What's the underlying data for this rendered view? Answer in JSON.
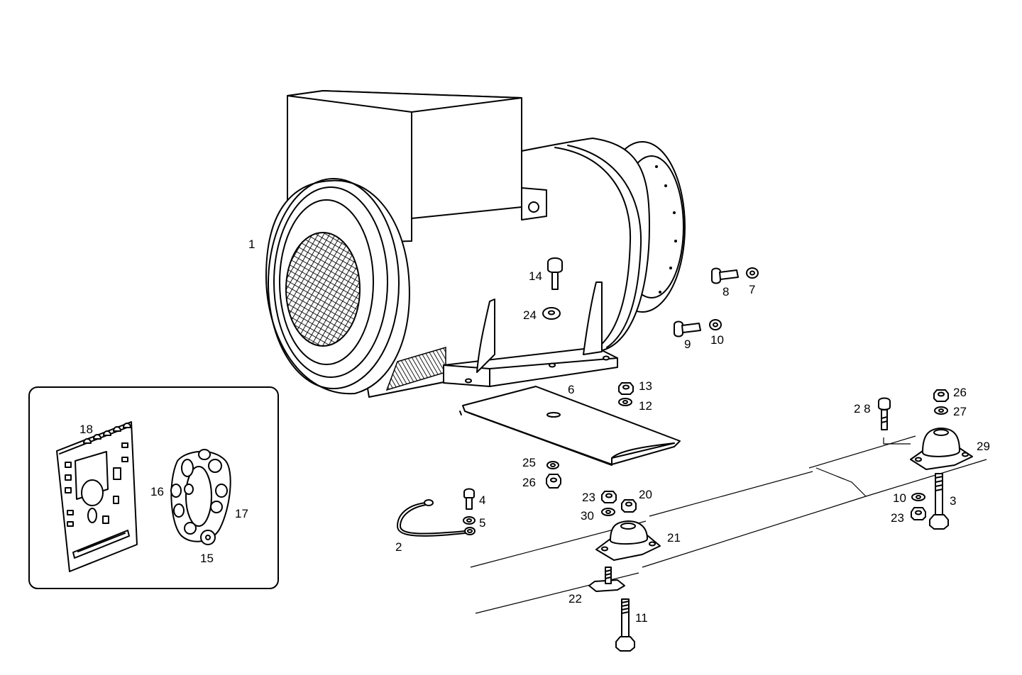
{
  "diagram": {
    "labels": [
      {
        "id": "1",
        "text": "1"
      },
      {
        "id": "2",
        "text": "2"
      },
      {
        "id": "3",
        "text": "3"
      },
      {
        "id": "4",
        "text": "4"
      },
      {
        "id": "5",
        "text": "5"
      },
      {
        "id": "6",
        "text": "6"
      },
      {
        "id": "7",
        "text": "7"
      },
      {
        "id": "8",
        "text": "8"
      },
      {
        "id": "9",
        "text": "9"
      },
      {
        "id": "10a",
        "text": "10"
      },
      {
        "id": "10b",
        "text": "10"
      },
      {
        "id": "11",
        "text": "11"
      },
      {
        "id": "12",
        "text": "12"
      },
      {
        "id": "13",
        "text": "13"
      },
      {
        "id": "14",
        "text": "14"
      },
      {
        "id": "15",
        "text": "15"
      },
      {
        "id": "16",
        "text": "16"
      },
      {
        "id": "17",
        "text": "17"
      },
      {
        "id": "18",
        "text": "18"
      },
      {
        "id": "20",
        "text": "20"
      },
      {
        "id": "21",
        "text": "21"
      },
      {
        "id": "22",
        "text": "22"
      },
      {
        "id": "23a",
        "text": "23"
      },
      {
        "id": "23b",
        "text": "23"
      },
      {
        "id": "24",
        "text": "24"
      },
      {
        "id": "25",
        "text": "25"
      },
      {
        "id": "26a",
        "text": "26"
      },
      {
        "id": "26b",
        "text": "26"
      },
      {
        "id": "27",
        "text": "27"
      },
      {
        "id": "28",
        "text": "2 8"
      },
      {
        "id": "29",
        "text": "29"
      },
      {
        "id": "30",
        "text": "30"
      }
    ]
  }
}
